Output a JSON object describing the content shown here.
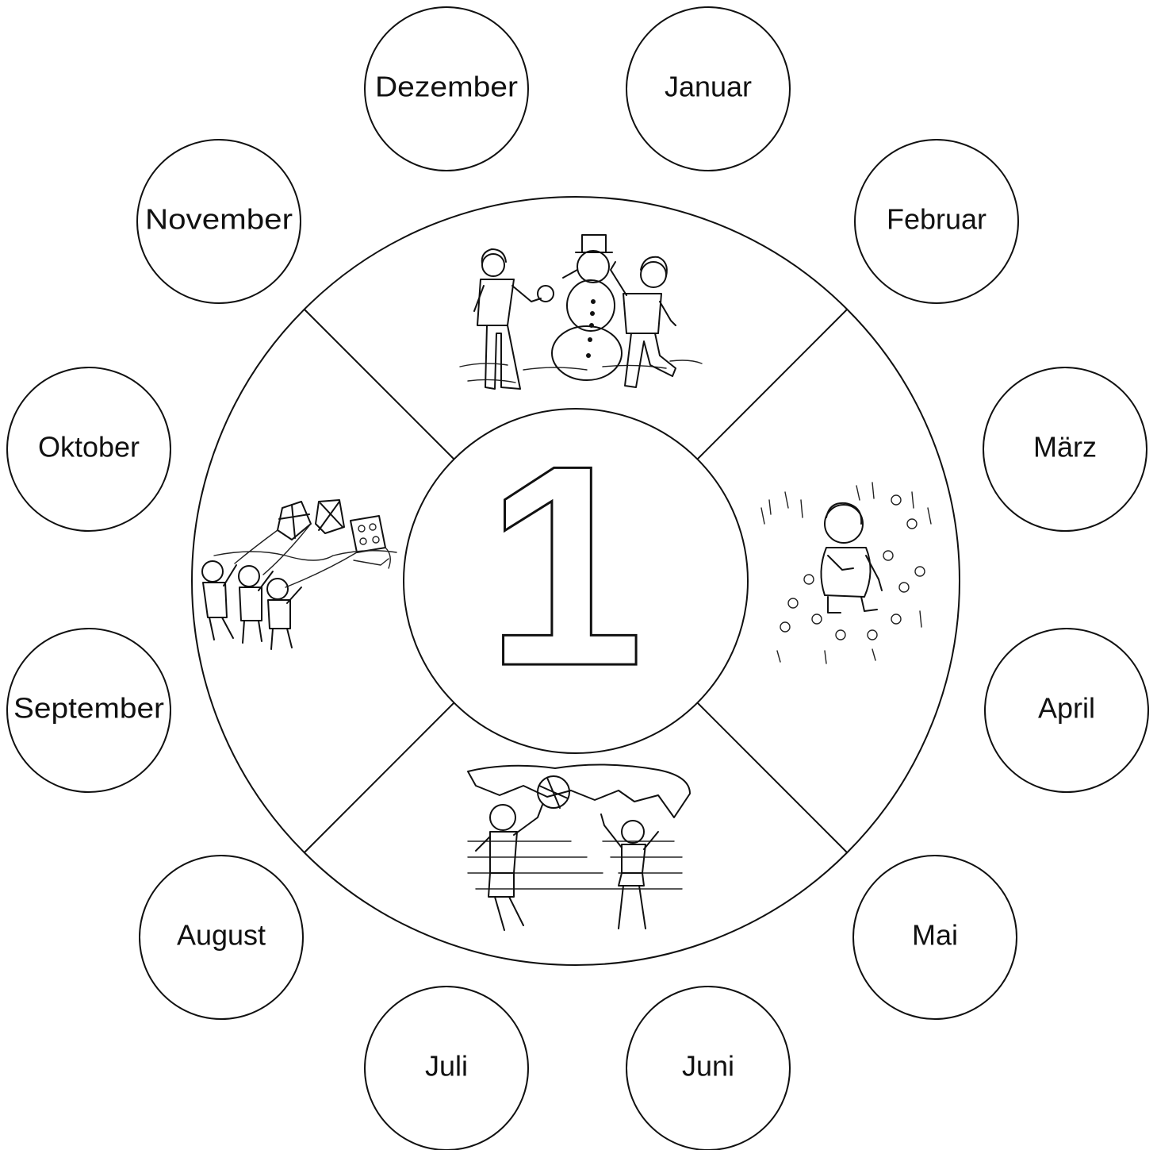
{
  "center": {
    "number": "1"
  },
  "months": [
    "Januar",
    "Februar",
    "März",
    "April",
    "Mai",
    "Juni",
    "Juli",
    "August",
    "September",
    "Oktober",
    "November",
    "Dezember"
  ],
  "seasons": [
    {
      "name": "winter-scene"
    },
    {
      "name": "spring-scene"
    },
    {
      "name": "summer-scene"
    },
    {
      "name": "autumn-scene"
    }
  ]
}
